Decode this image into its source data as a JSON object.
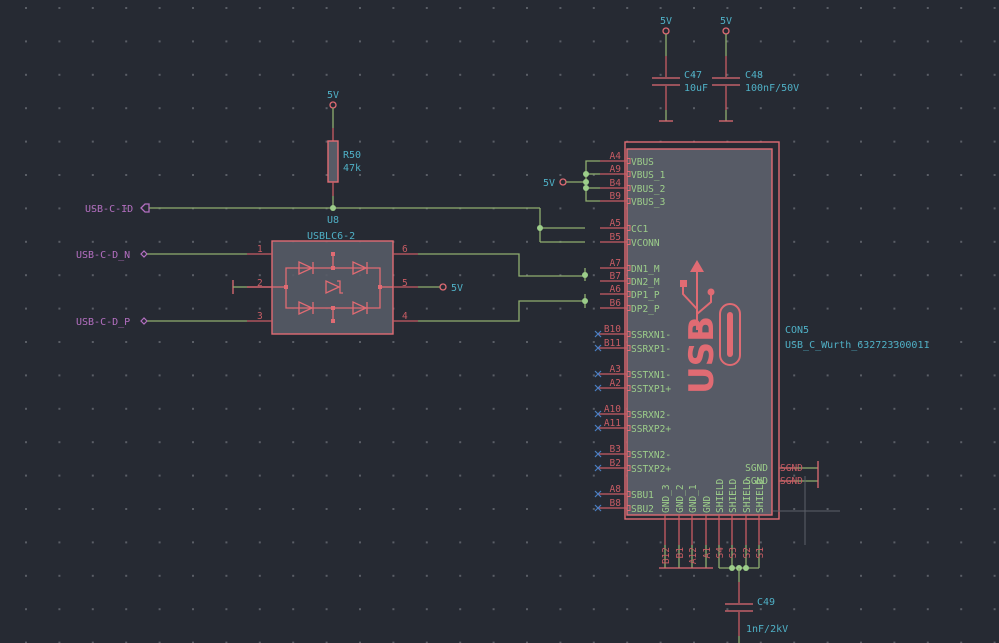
{
  "theme": {
    "background": "#262a33",
    "wire": "#8fae6f",
    "component": "#e06b73",
    "net_label": "#b46fc1",
    "value_text": "#4fb0c6",
    "pin_name": "#9ccd8a"
  },
  "power": {
    "c47_top": "5V",
    "c48_top": "5V",
    "r50_top": "5V",
    "u8_pin5": "5V",
    "vbus": "5V"
  },
  "capacitors": [
    {
      "ref": "C47",
      "value": "10uF"
    },
    {
      "ref": "C48",
      "value": "100nF/50V"
    },
    {
      "ref": "C49",
      "value": "1nF/2kV"
    }
  ],
  "resistor": {
    "ref": "R50",
    "value": "47k"
  },
  "global_labels": [
    {
      "name": "USB-C-ID"
    },
    {
      "name": "USB-C-D_N"
    },
    {
      "name": "USB-C-D_P"
    }
  ],
  "u8": {
    "ref": "U8",
    "value": "USBLC6-2",
    "pins": [
      "1",
      "2",
      "3",
      "4",
      "5",
      "6"
    ]
  },
  "con5": {
    "ref": "CON5",
    "value": "USB_C_Wurth_632723300011",
    "logo": "USB",
    "left_pins": [
      {
        "num": "A4",
        "name": "VBUS"
      },
      {
        "num": "A9",
        "name": "VBUS_1"
      },
      {
        "num": "B4",
        "name": "VBUS_2"
      },
      {
        "num": "B9",
        "name": "VBUS_3"
      },
      {
        "num": "A5",
        "name": "CC1"
      },
      {
        "num": "B5",
        "name": "VCONN"
      },
      {
        "num": "A7",
        "name": "DN1_M"
      },
      {
        "num": "B7",
        "name": "DN2_M"
      },
      {
        "num": "A6",
        "name": "DP1_P"
      },
      {
        "num": "B6",
        "name": "DP2_P"
      },
      {
        "num": "B10",
        "name": "SSRXN1-"
      },
      {
        "num": "B11",
        "name": "SSRXP1-"
      },
      {
        "num": "A3",
        "name": "SSTXN1-"
      },
      {
        "num": "A2",
        "name": "SSTXP1+"
      },
      {
        "num": "A10",
        "name": "SSRXN2-"
      },
      {
        "num": "A11",
        "name": "SSRXP2+"
      },
      {
        "num": "B3",
        "name": "SSTXN2-"
      },
      {
        "num": "B2",
        "name": "SSTXP2+"
      },
      {
        "num": "A8",
        "name": "SBU1"
      },
      {
        "num": "B8",
        "name": "SBU2"
      }
    ],
    "bottom_pins": [
      {
        "num": "B12",
        "name": "GND_3"
      },
      {
        "num": "B1",
        "name": "GND_2"
      },
      {
        "num": "A12",
        "name": "GND_1"
      },
      {
        "num": "A1",
        "name": "GND"
      },
      {
        "num": "S4",
        "name": "SHIELD"
      },
      {
        "num": "S3",
        "name": "SHIELD"
      },
      {
        "num": "S2",
        "name": "SHIELD"
      },
      {
        "num": "S1",
        "name": "SHIELD"
      }
    ],
    "right_pins": [
      {
        "name": "SGND"
      },
      {
        "name": "SGND"
      }
    ],
    "right_labels": [
      "SGND",
      "SGND"
    ]
  }
}
